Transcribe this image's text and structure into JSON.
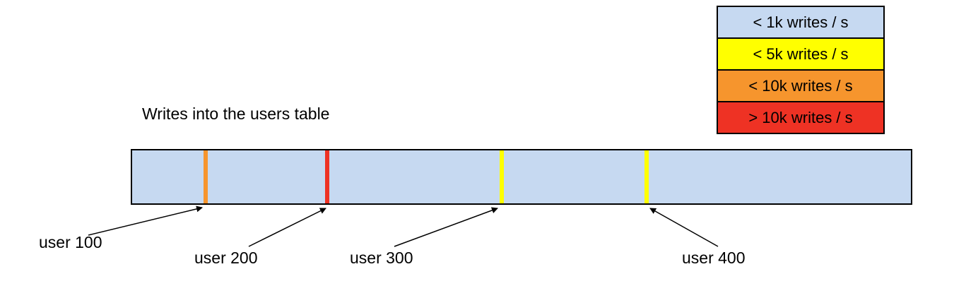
{
  "title": "Writes into the users table",
  "bar": {
    "fill": "#c6d9f1",
    "stripes": [
      {
        "user": "user 100",
        "color": "#f6952d"
      },
      {
        "user": "user 200",
        "color": "#ee3224"
      },
      {
        "user": "user 300",
        "color": "#ffff00"
      },
      {
        "user": "user 400",
        "color": "#ffff00"
      }
    ]
  },
  "labels": [
    {
      "text": "user 100"
    },
    {
      "text": "user 200"
    },
    {
      "text": "user 300"
    },
    {
      "text": "user 400"
    }
  ],
  "legend": {
    "items": [
      {
        "label": "< 1k writes / s",
        "color": "#c6d9f1"
      },
      {
        "label": "< 5k writes / s",
        "color": "#ffff00"
      },
      {
        "label": "< 10k writes / s",
        "color": "#f6952d"
      },
      {
        "label": "> 10k writes / s",
        "color": "#ee3224"
      }
    ]
  }
}
